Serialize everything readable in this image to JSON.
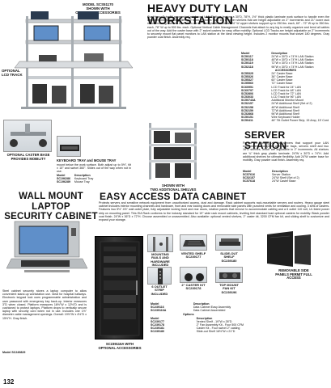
{
  "workstation": {
    "callout_model": "MODEL SCS51170",
    "callout_shown": "SHOWN WITH",
    "callout_accessories": "OPTIONAL ACCESSORIES",
    "title": "HEAVY DUTY LAN WORKSTATION",
    "body": "Our Heavy-Duty 16 gauge steel-reinforced LAN Stations feature a 30\"D, 78\"H, 1½\" thick plastic laminate work surface to handle even the largest monitors, leaving plenty of room. Includes Twin 16\" D upper shelves that are height adjustable on 2\" increments and 21\" lower rack mount housing shelves. All shelves are ¾\" thick plastic laminate. 24\" W upper shelves support up to 250 lbs. each, 60\" - 72\" W up to 350 lbs. each, 78\" W up to 500 lbs. each. Optional Vertical Cable Management Channels that attach to any leg to neatly organize and bend all cables out of the way. Add the caster base with 2\" swivel casters for easy office mobility. Optional LCD Tracks are height adjustable on 2\" increments to securely mount flat panel monitors to LAN station at the ideal viewing height. Includes 2 monitor mounts that swivel 180 degrees. Gray powder coat finish. Assembly req.",
    "optional_lcd": "OPTIONAL",
    "lcd_track": "LCD TRACK",
    "caster_caption_1": "OPTIONAL CASTER BASE",
    "caster_caption_2": "PROVIDES MOBILITY",
    "keyboard_title": "KEYBOARD TRAY and MOUSE TRAY",
    "keyboard_body": "mount below the work surface. Both adjust up to 5½\", tilt ± 15° and swivel 360°. Slides out of the way when not in use.",
    "keyboard_table_head": [
      "Model",
      "Description"
    ],
    "keyboard_table": [
      [
        "SC196286",
        "Keyboard Tray"
      ],
      [
        "SC196289",
        "Mouse Tray"
      ]
    ],
    "models_head": [
      "Model",
      "Description"
    ],
    "models": [
      [
        "SC50117",
        "24\"W x 30\"D x 74\"H LAN Station"
      ],
      [
        "SC50118",
        "48\"W x 30\"D x 74\"H LAN Station"
      ],
      [
        "SC50119",
        "72\"W x 30\"D x 74\"H LAN Station"
      ],
      [
        "SC52118",
        "96\"W x 30\"D x 74\"H LAN Station"
      ]
    ],
    "accessories_label": "ACCESSORIES",
    "accessories": [
      [
        "SC55325",
        "24\" Caster Base"
      ],
      [
        "SC55326",
        "36\" Caster Base"
      ],
      [
        "SC55327",
        "60\" Caster Base"
      ],
      [
        "SC55560",
        "72\" Caster Base"
      ],
      [
        "SC60951",
        "LCD Track for 24\" LAN"
      ],
      [
        "SC60797",
        "LCD Track for 48\" LAN"
      ],
      [
        "SC52806",
        "LCD Track for 72\" LAN"
      ],
      [
        "SC53033",
        "LCD Track for 96\" LAN"
      ],
      [
        "SC50743A",
        "Additional Monitor Mount"
      ],
      [
        "SC52157",
        "24\"W Additional Shelf (Set of 2)"
      ],
      [
        "SC52158",
        "48\"W Additional Shelf"
      ],
      [
        "SC52159",
        "72\"W Additional Shelf"
      ],
      [
        "SC52868",
        "96\"W Additional Shelf"
      ],
      [
        "SC50151",
        "Wire Keyboard Holder"
      ],
      [
        "SC50411",
        "48\" Tilt Outlet Power Strip, 15 Amp, 15' Cord"
      ]
    ]
  },
  "server": {
    "title": "SERVER STATION",
    "body": "Perfect for storing all the servers that support your LAN environment. Complete with cable trays, servers shelf and two 16\"D shelves, which are adjustable in 2\" increments. All shelves are ¾\" thick gray plastic laminate. 24\"W x 30\"D x 74\"H. Add additional shelves for ultimate flexibility. Add 24\"W caster base for mobility. Gray powder coat finish. Assembly req.",
    "table_head": [
      "Model",
      "Description"
    ],
    "table": [
      [
        "SC57616",
        "Server Station"
      ],
      [
        "SC52157",
        "24\"W Shelf (Set of 2)"
      ],
      [
        "SC57618",
        "24\"W Caster Base"
      ]
    ],
    "shown_with_1": "SHOWN WITH",
    "shown_with_2": "TWO ADDITIONAL SHELVES"
  },
  "wallmount": {
    "title_1": "WALL MOUNT LAPTOP",
    "title_2": "SECURITY CABINET",
    "body": "Steel cabinet securely stores a laptop computer to allow convenient stand-up workstation use. Ideal for hospital hallways. Electronic keypad lock uses programmable administration and user password with emergency key back-up. Interior measures 3\"D when closed. Platform measures 16½\"W x 12½\"D and is cushioned to protect laptops. Platform drops to vertically secure laptop with security cord when not in use. Includes one 1½\" diameter cable management openings. Overall: 19½\"W x 4½\"D x 15½\"H. Gray finish.",
    "model": "Model SC249829"
  },
  "datacab": {
    "title": "EASY ACCESS DATA CABINET",
    "body": "Protects servers and sensitive network equipment from unauthorized access, dust and damage. Rack cabinet supports rack-mountable servers and routers. Heavy gauge steel cabinet includes interior mounting channels and hardware, front and rear locking doors and removable side panels with punched vents for ventilation and cooling. 3 sets of casters. Features two 5½\" 4½\" wall outlet plate, fully adjustable locking front and rear doors, rotation panels that remove to accommodate cabling and a 6 outlet 110 volt, UL listed power strip on mounting panel. This EIA Rack conforms to the industry standard for 19\" wide rack mount cabinets, leveling feet standard load optional casters for mobility. Black powder coat finish. 24\"W x 36\"D x 72\"H. Choose assembled or unassembled. Also available: optional vented shelves, 2\" caster kit, 3200 CFM fan kit, and sliding shelf to customize and expand your storage.",
    "labels": {
      "mounting_1": "MOUNTING",
      "mounting_2": "RAILS AND",
      "mounting_3": "HARDWARE",
      "mounting_4": "INCLUDED",
      "vented_1": "VENTED SHELF",
      "vented_2": "SC239177",
      "slide_1": "SLIDE-OUT",
      "slide_2": "SHELF",
      "slide_3": "SC239180",
      "removable_1": "REMOVABLE SIDE",
      "removable_2": "PANELS PERMIT FULL",
      "removable_3": "ACCESS",
      "outlet_1": "6 OUTLET",
      "outlet_2": "STRIP",
      "outlet_3": "INCLUDED",
      "caster_1": "2\" CASTER KIT",
      "caster_2": "SC239178",
      "fan_1": "TOP MOUNT",
      "fan_2": "FAN KIT",
      "fan_3": "SC239196",
      "shown_1": "SC239116A WITH",
      "shown_2": "OPTIONAL ACCESSORIES"
    },
    "table_head": [
      "Model",
      "Description"
    ],
    "table": [
      [
        "SC239116",
        "Data Cabinet Easy Assembly"
      ],
      [
        "SC239116A",
        "Data Cabinet Assembled"
      ]
    ],
    "options_label": "Options",
    "options_head": [
      "Model",
      "Description"
    ],
    "options": [
      [
        "SC239177",
        "Vented Shelf - 19\"W x 26\"D"
      ],
      [
        "SC239178",
        "2\" Fan Assembly Kit - Four 500 CFM"
      ],
      [
        "SC239181",
        "Caster Kit - Four swivel 2\" casting"
      ],
      [
        "SC239180",
        "Slide-out Shelf 16½\"W x 21\"D"
      ]
    ]
  },
  "page_number": "132",
  "colors": {
    "cabinet": "#1f1f1f",
    "screen": "#5f8fc9",
    "desk_frame": "#b9bfc4",
    "laptop_cab": "#c4c8cb"
  }
}
